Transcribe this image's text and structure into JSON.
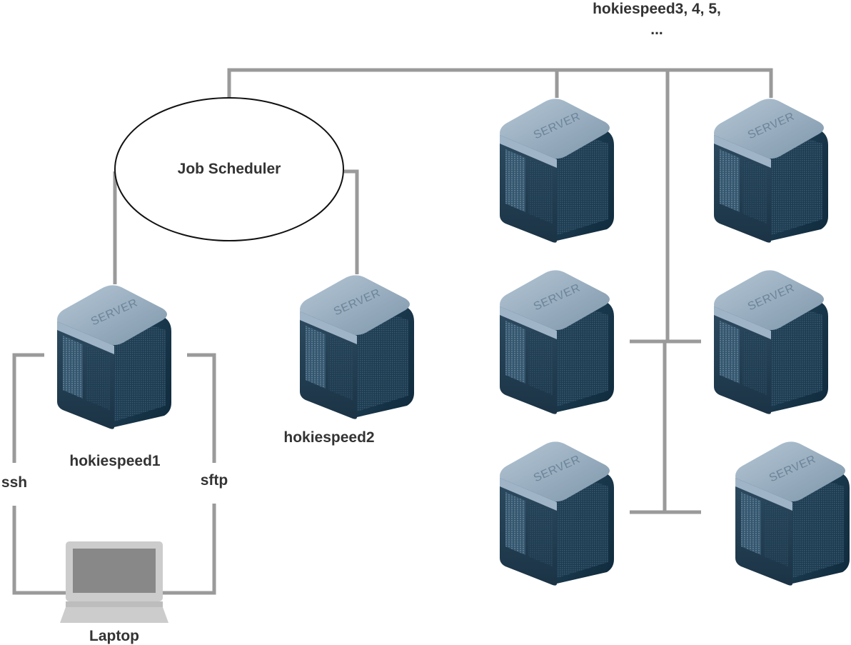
{
  "scheduler": {
    "label": "Job Scheduler"
  },
  "nodes": {
    "login_node": {
      "label": "hokiespeed1",
      "icon_text": "SERVER"
    },
    "node2": {
      "label": "hokiespeed2",
      "icon_text": "SERVER"
    },
    "cluster": {
      "label_line1": "hokiespeed3, 4, 5,",
      "label_line2": "...",
      "icon_text": "SERVER"
    }
  },
  "laptop": {
    "label": "Laptop"
  },
  "connections": {
    "ssh_label": "ssh",
    "sftp_label": "sftp"
  },
  "colors": {
    "line": "#9a9a9a",
    "server_front": "#1f3a4f",
    "server_top": "#8fa6ba",
    "text": "#333333",
    "laptop_frame": "#cccccc",
    "laptop_screen": "#888888"
  }
}
